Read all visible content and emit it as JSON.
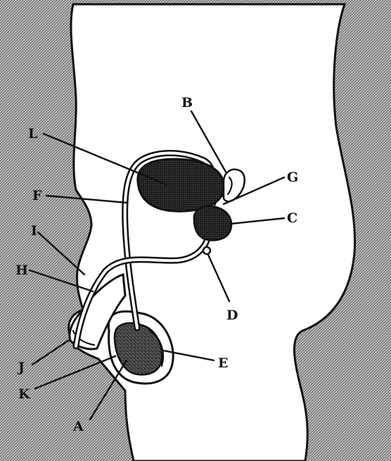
{
  "diagram": {
    "labels": {
      "A": "A",
      "B": "B",
      "C": "C",
      "D": "D",
      "E": "E",
      "F": "F",
      "G": "G",
      "H": "H",
      "I": "I",
      "J": "J",
      "K": "K",
      "L": "L"
    }
  },
  "colors": {
    "background_stipple": "#9a9a9a",
    "outline": "#111111",
    "body_fill": "#ffffff",
    "organ_dark": "#2a2a2a"
  }
}
